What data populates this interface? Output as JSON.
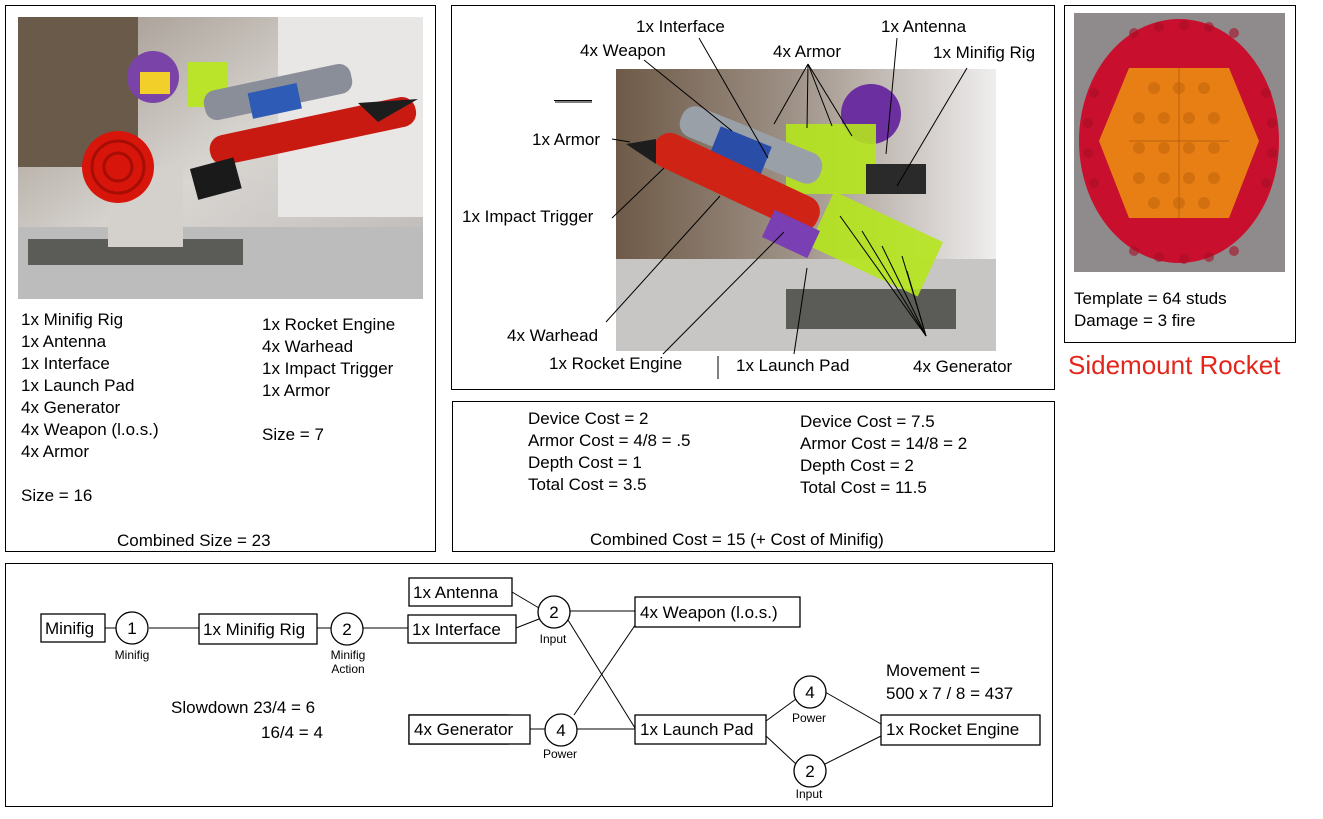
{
  "title": "Sidemount Rocket",
  "minifig_list": [
    "1x Minifig Rig",
    "1x Antenna",
    "1x Interface",
    "1x Launch Pad",
    "4x Generator",
    "4x Weapon (l.o.s.)",
    "4x Armor"
  ],
  "minifig_size": "Size = 16",
  "rocket_list": [
    "1x Rocket Engine",
    "4x Warhead",
    "1x Impact Trigger",
    "1x Armor"
  ],
  "rocket_size": "Size = 7",
  "combined_size": "Combined Size = 23",
  "callouts": {
    "interface": "1x Interface",
    "antenna": "1x Antenna",
    "weapon": "4x Weapon",
    "armor4": "4x Armor",
    "minifig_rig": "1x Minifig Rig",
    "armor1": "1x Armor",
    "impact_trigger": "1x Impact Trigger",
    "warhead": "4x Warhead",
    "rocket_engine": "1x Rocket Engine",
    "launch_pad": "1x Launch Pad",
    "generator": "4x Generator"
  },
  "cost_left": [
    "Device Cost = 2",
    "Armor Cost = 4/8 = .5",
    "Depth Cost = 1",
    "Total Cost = 3.5"
  ],
  "cost_right": [
    "Device Cost = 7.5",
    "Armor Cost = 14/8 = 2",
    "Depth Cost = 2",
    "Total Cost = 11.5"
  ],
  "combined_cost": "Combined Cost = 15 (+ Cost of Minifig)",
  "template_text": "Template = 64 studs",
  "damage_text": "Damage = 3 fire",
  "flow": {
    "minifig": "Minifig",
    "port1_num": "1",
    "port1_label": "Minifig",
    "minifig_rig": "1x Minifig Rig",
    "port2_num": "2",
    "port2_label1": "Minifig",
    "port2_label2": "Action",
    "antenna": "1x Antenna",
    "interface": "1x Interface",
    "port_input_num": "2",
    "port_input_label": "Input",
    "weapon": "4x Weapon (l.o.s.)",
    "generator": "4x Generator",
    "port_power_num": "4",
    "port_power_label": "Power",
    "launch_pad": "1x Launch Pad",
    "port_power2_num": "4",
    "port_power2_label": "Power",
    "port_input2_num": "2",
    "port_input2_label": "Input",
    "rocket_engine": "1x Rocket Engine",
    "slowdown1": "Slowdown 23/4 = 6",
    "slowdown2": "16/4 = 4",
    "movement1": "Movement =",
    "movement2": "500 x 7 / 8 = 437"
  },
  "colors": {
    "title_red": "#e3261c",
    "brick_red": "#c8102e",
    "brick_orange": "#e87f14",
    "lime": "#b5e61d",
    "purple": "#6b2fa0"
  }
}
